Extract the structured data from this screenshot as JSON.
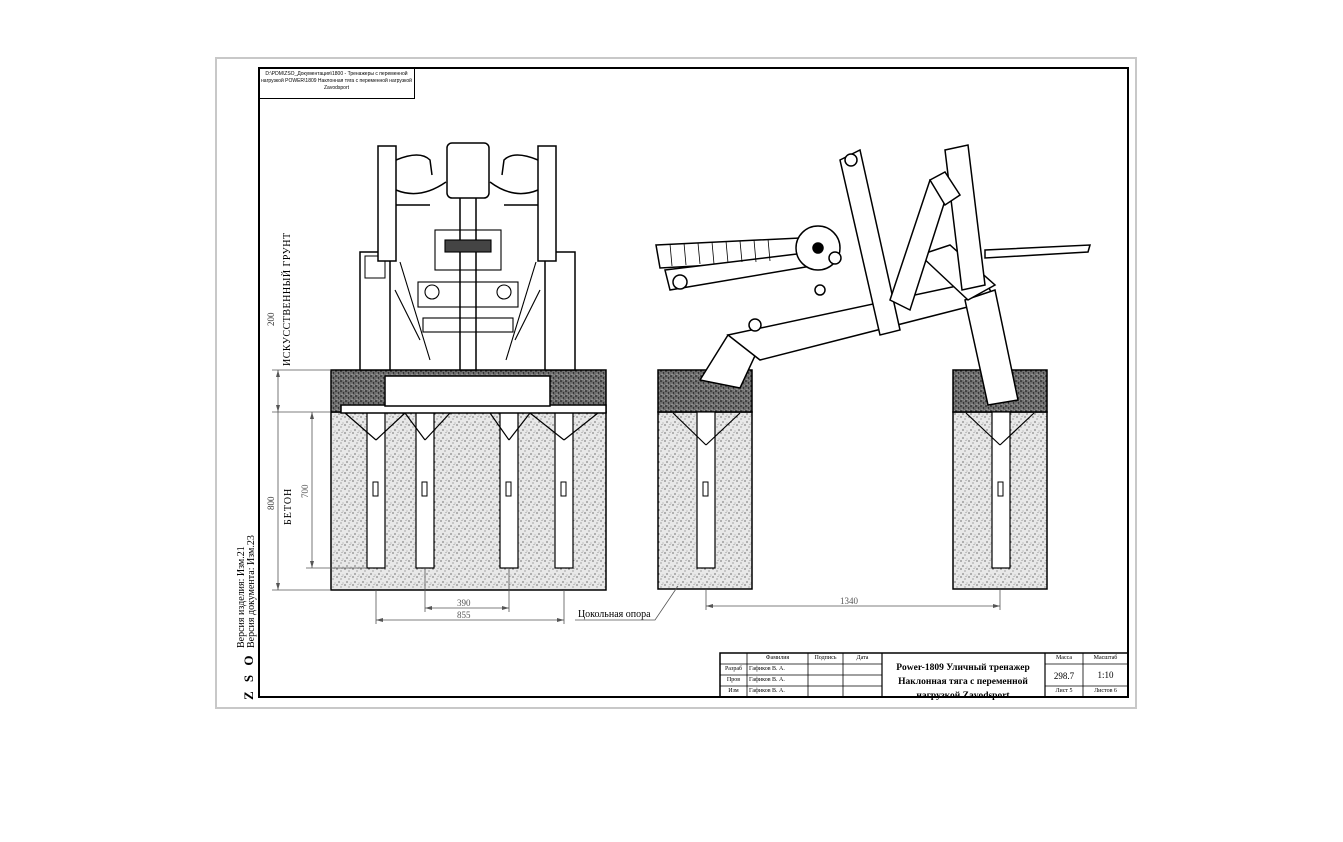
{
  "header_box": {
    "text": "D:\\PDM\\ZSO_Документация\\1800 - Тренажеры с переменной нагрузкой POWER\\1809 Наклонная тяга с переменной нагрузкой Zavodsport"
  },
  "side_stamp": {
    "company": "Z S O",
    "version_product": "Версия изделия: Изм.21",
    "version_document": "Версия документа: Изм.23"
  },
  "labels": {
    "ground": "ИСКУССТВЕННЫЙ ГРУНТ",
    "concrete": "БЕТОН",
    "plinth": "Цокольная опора"
  },
  "dimensions": {
    "d200": "200",
    "d800": "800",
    "d700": "700",
    "d390": "390",
    "d855": "855",
    "d1340": "1340"
  },
  "title_block": {
    "headers": {
      "surname": "Фамилия",
      "signature": "Подпись",
      "date": "Дата",
      "mass": "Масса",
      "scale": "Масштаб"
    },
    "rows": [
      {
        "role": "Разраб",
        "name": "Гафиков В. А."
      },
      {
        "role": "Пров",
        "name": "Гафиков В. А."
      },
      {
        "role": "Изм",
        "name": "Гафиков В. А."
      }
    ],
    "title": "Power-1809 Уличный тренажер Наклонная тяга с переменной нагрузкой Zavodsport",
    "mass_value": "298.7",
    "scale_value": "1:10",
    "sheet": "Лист 5",
    "sheets": "Листов 6"
  }
}
